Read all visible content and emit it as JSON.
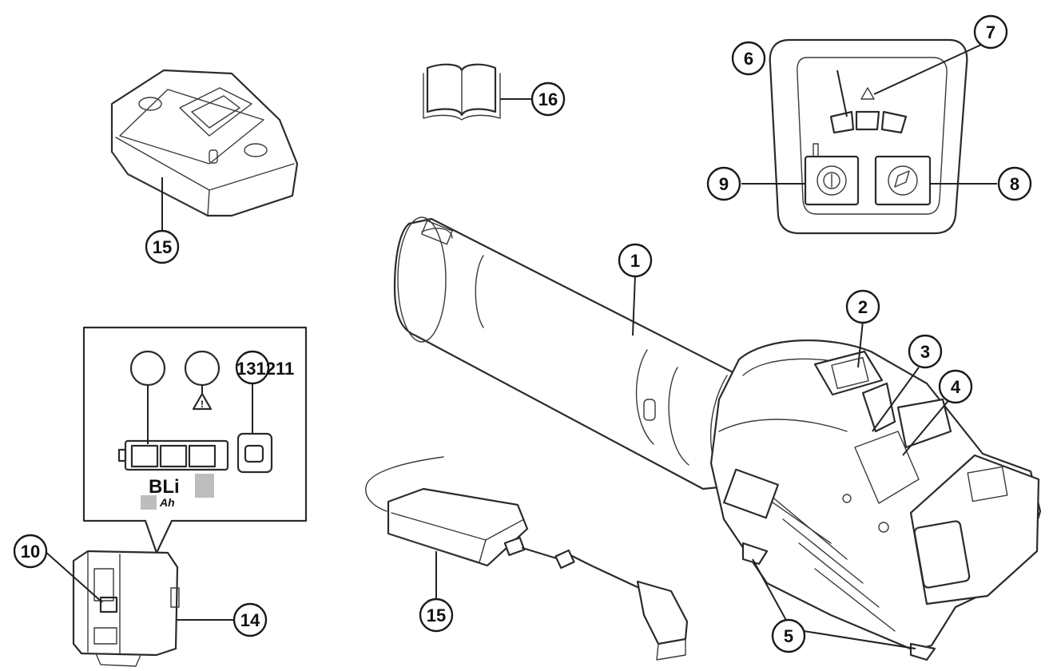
{
  "callouts": {
    "c1": "1",
    "c2": "2",
    "c3": "3",
    "c4": "4",
    "c5": "5",
    "c6": "6",
    "c7": "7",
    "c8": "8",
    "c9": "9",
    "c10": "10",
    "c13_group": "131211",
    "c14": "14",
    "c15a": "15",
    "c15b": "15",
    "c16": "16"
  },
  "battery_panel": {
    "model_label": "BLi",
    "capacity_unit": "Ah"
  },
  "colors": {
    "line": "#2b2b2b",
    "background": "#ffffff",
    "redacted_box": "#bdbdbd"
  },
  "icons": [
    "manual-book-icon",
    "warning-triangle-icon",
    "power-button-icon",
    "boost-button-icon",
    "battery-level-icon"
  ]
}
